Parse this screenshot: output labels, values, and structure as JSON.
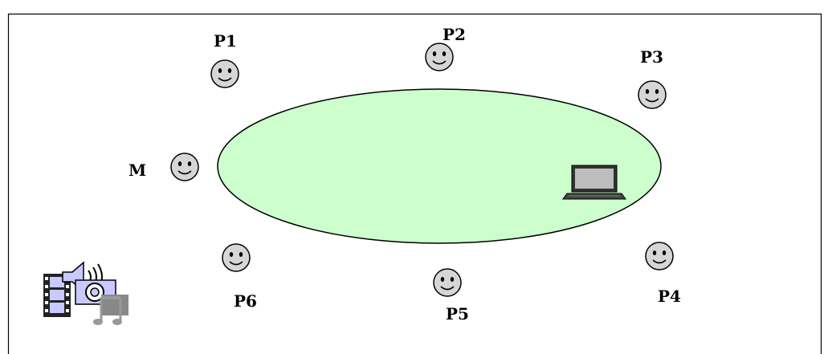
{
  "participants": [
    {
      "id": "P1",
      "label": "P1"
    },
    {
      "id": "P2",
      "label": "P2"
    },
    {
      "id": "P3",
      "label": "P3"
    },
    {
      "id": "P4",
      "label": "P4"
    },
    {
      "id": "P5",
      "label": "P5"
    },
    {
      "id": "P6",
      "label": "P6"
    },
    {
      "id": "M",
      "label": "M"
    }
  ],
  "colors": {
    "frame": "#000000",
    "ellipse_fill": "#ccffcc",
    "face_fill": "#d6d6d6",
    "face_stroke": "#000000",
    "laptop": "#333333",
    "multimedia_fill": "#c9c9ff"
  },
  "icons": {
    "face": "smiley-face-icon",
    "laptop": "laptop-icon",
    "multimedia": "multimedia-clipart-icon"
  }
}
